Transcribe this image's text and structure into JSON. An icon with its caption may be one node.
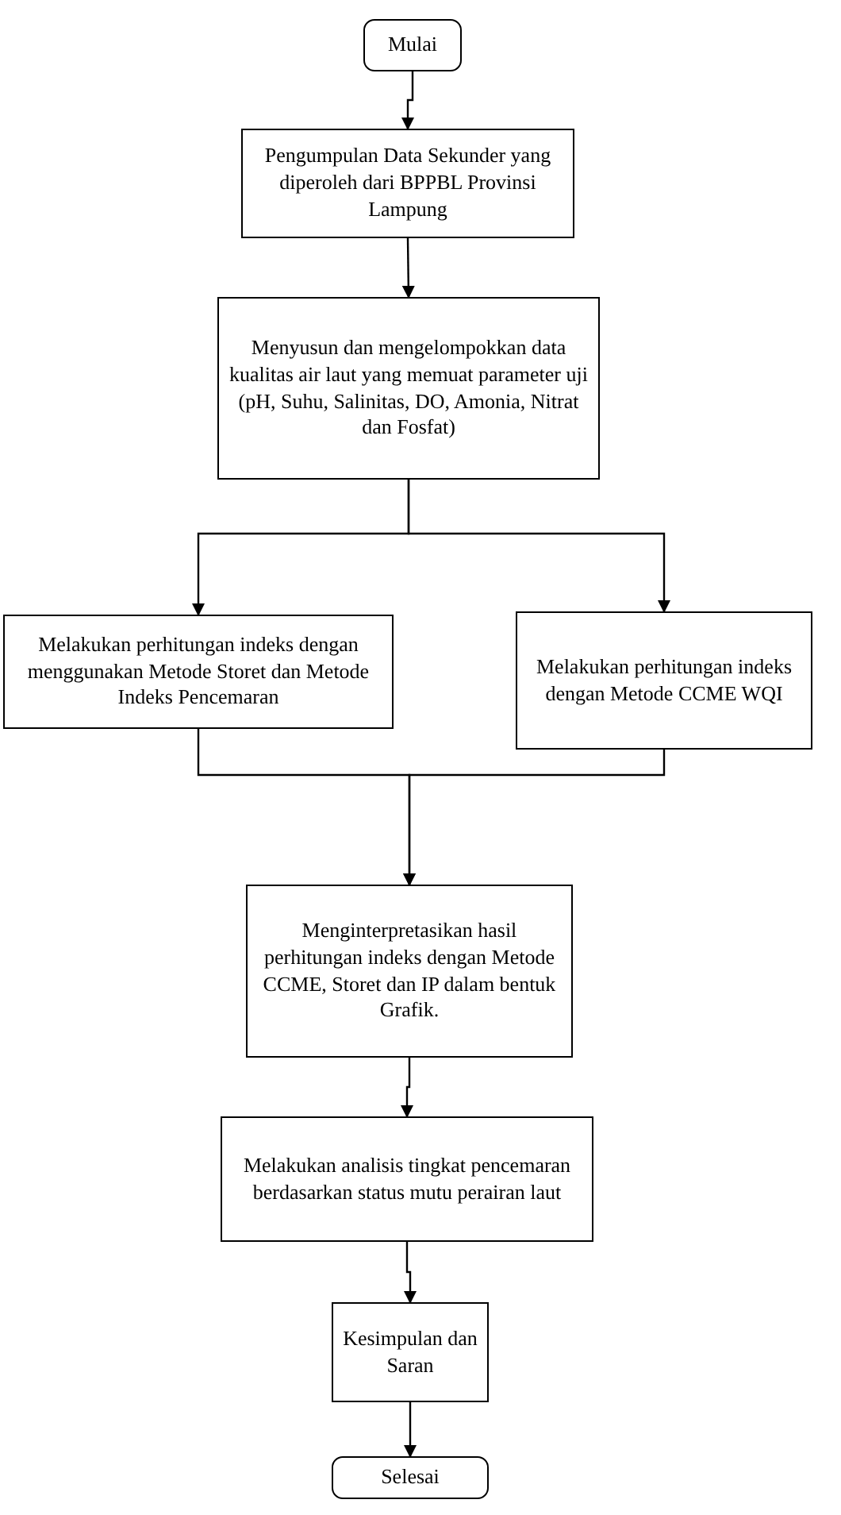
{
  "diagram": {
    "nodes": [
      {
        "text": [
          "Mulai"
        ]
      },
      {
        "text": [
          "Pengumpulan Data Sekunder yang diperoleh dari BPPBL Provinsi Lampung"
        ]
      },
      {
        "text": [
          "Menyusun dan mengelompokkan data kualitas air laut yang memuat parameter uji (pH, Suhu, Salinitas, DO, Amonia, Nitrat dan Fosfat)"
        ]
      },
      {
        "text": [
          "Melakukan perhitungan indeks dengan menggunakan Metode Storet dan Metode Indeks Pencemaran"
        ]
      },
      {
        "text": [
          "Melakukan perhitungan indeks dengan Metode CCME WQI"
        ]
      },
      {
        "text": [
          "Menginterpretasikan hasil perhitungan indeks dengan Metode CCME, Storet dan IP dalam bentuk Grafik."
        ]
      },
      {
        "text": [
          "Melakukan analisis tingkat pencemaran berdasarkan status mutu perairan laut"
        ]
      },
      {
        "text": [
          "Kesimpulan dan Saran"
        ]
      },
      {
        "text": [
          "Selesai"
        ]
      }
    ],
    "edges": [
      {
        "from": 0,
        "to": 1,
        "arrow": "to"
      },
      {
        "from": 1,
        "to": 2,
        "arrow": "to"
      },
      {
        "from": 2,
        "to": 3,
        "arrow": "to"
      },
      {
        "from": 2,
        "to": 4,
        "arrow": "to"
      },
      {
        "from": 3,
        "to": 5,
        "arrow": "to"
      },
      {
        "from": 4,
        "to": 5,
        "arrow": "to"
      },
      {
        "from": 5,
        "to": 6,
        "arrow": "to"
      },
      {
        "from": 6,
        "to": 7,
        "arrow": "to"
      },
      {
        "from": 7,
        "to": 8,
        "arrow": "to"
      }
    ]
  }
}
